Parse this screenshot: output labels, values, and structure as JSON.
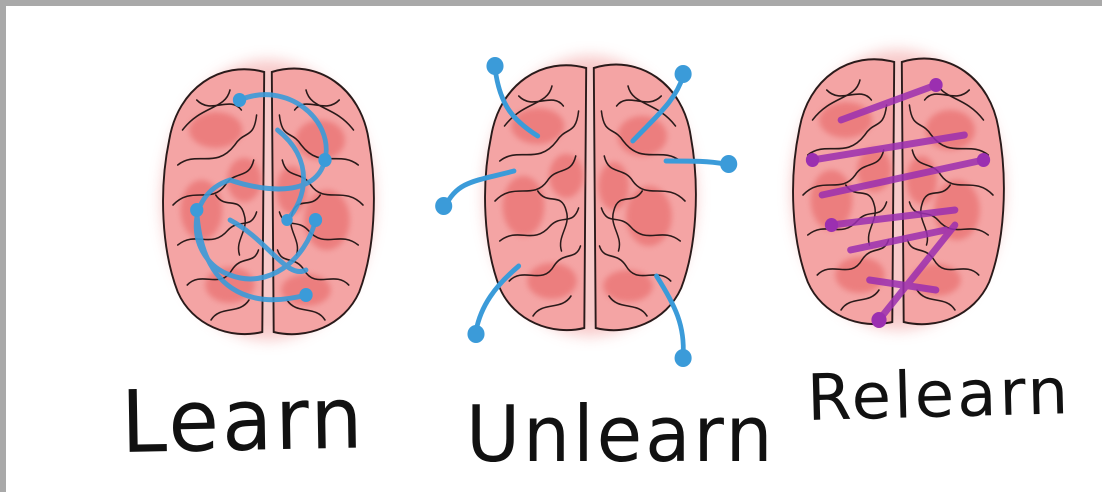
{
  "panels": [
    {
      "label": "Learn",
      "icon": "brain-loops-icon",
      "accent": "#3b9bd9"
    },
    {
      "label": "Unlearn",
      "icon": "brain-disconnect-icon",
      "accent": "#3b9bd9"
    },
    {
      "label": "Relearn",
      "icon": "brain-rewire-icon",
      "accent": "#9b2fb0"
    }
  ],
  "colors": {
    "brain_fill": "#f29c9c",
    "brain_glow": "#f7c4c4",
    "outline": "#2a1a1a",
    "frame": "#a9a9a9"
  }
}
